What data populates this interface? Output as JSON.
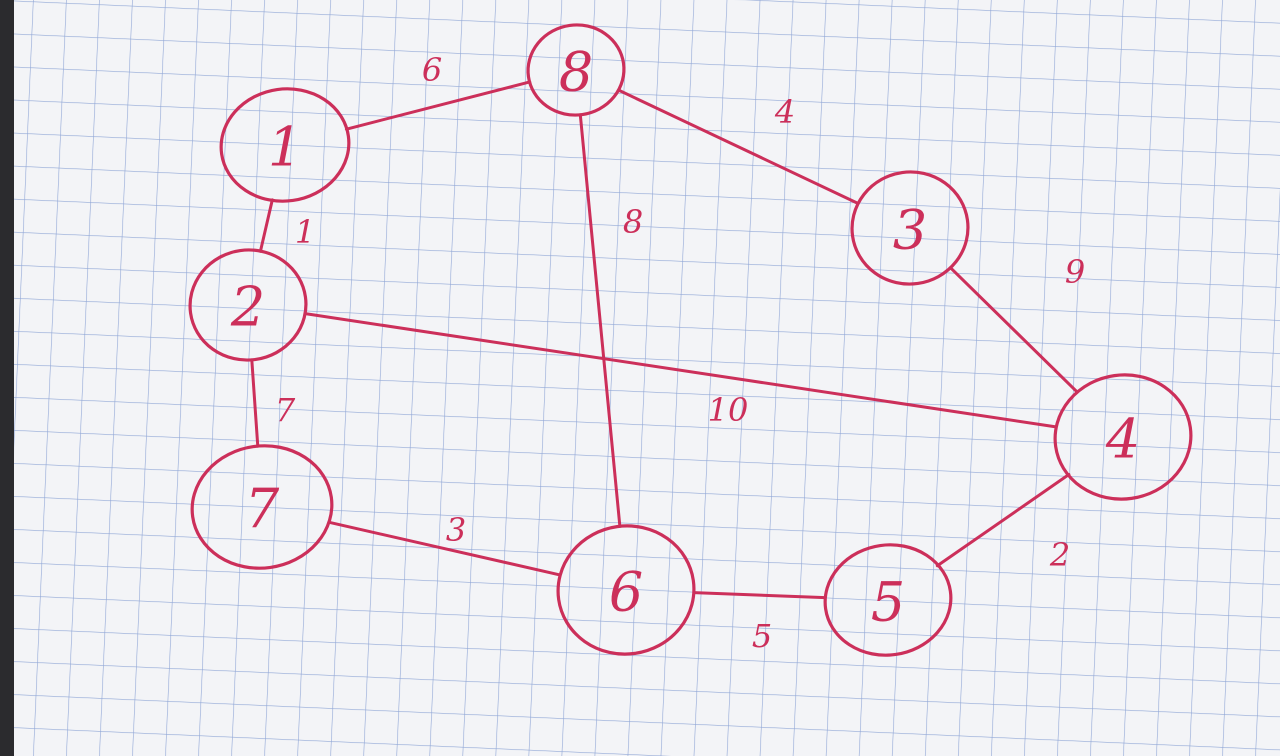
{
  "colors": {
    "ink": "#cc2f5a",
    "paper": "#f3f4f7",
    "grid": "#6f8ccb",
    "desk": "#2b2b2e"
  },
  "graph": {
    "nodes": [
      {
        "id": "1",
        "label": "1"
      },
      {
        "id": "2",
        "label": "2"
      },
      {
        "id": "3",
        "label": "3"
      },
      {
        "id": "4",
        "label": "4"
      },
      {
        "id": "5",
        "label": "5"
      },
      {
        "id": "6",
        "label": "6"
      },
      {
        "id": "7",
        "label": "7"
      },
      {
        "id": "8",
        "label": "8"
      }
    ],
    "edges": [
      {
        "from": "1",
        "to": "8",
        "weight": "6"
      },
      {
        "from": "8",
        "to": "3",
        "weight": "4"
      },
      {
        "from": "8",
        "to": "6",
        "weight": "8"
      },
      {
        "from": "1",
        "to": "2",
        "weight": "1"
      },
      {
        "from": "3",
        "to": "4",
        "weight": "9"
      },
      {
        "from": "2",
        "to": "4",
        "weight": "10"
      },
      {
        "from": "2",
        "to": "7",
        "weight": "7"
      },
      {
        "from": "7",
        "to": "6",
        "weight": "3"
      },
      {
        "from": "6",
        "to": "5",
        "weight": "5"
      },
      {
        "from": "5",
        "to": "4",
        "weight": "2"
      }
    ]
  }
}
